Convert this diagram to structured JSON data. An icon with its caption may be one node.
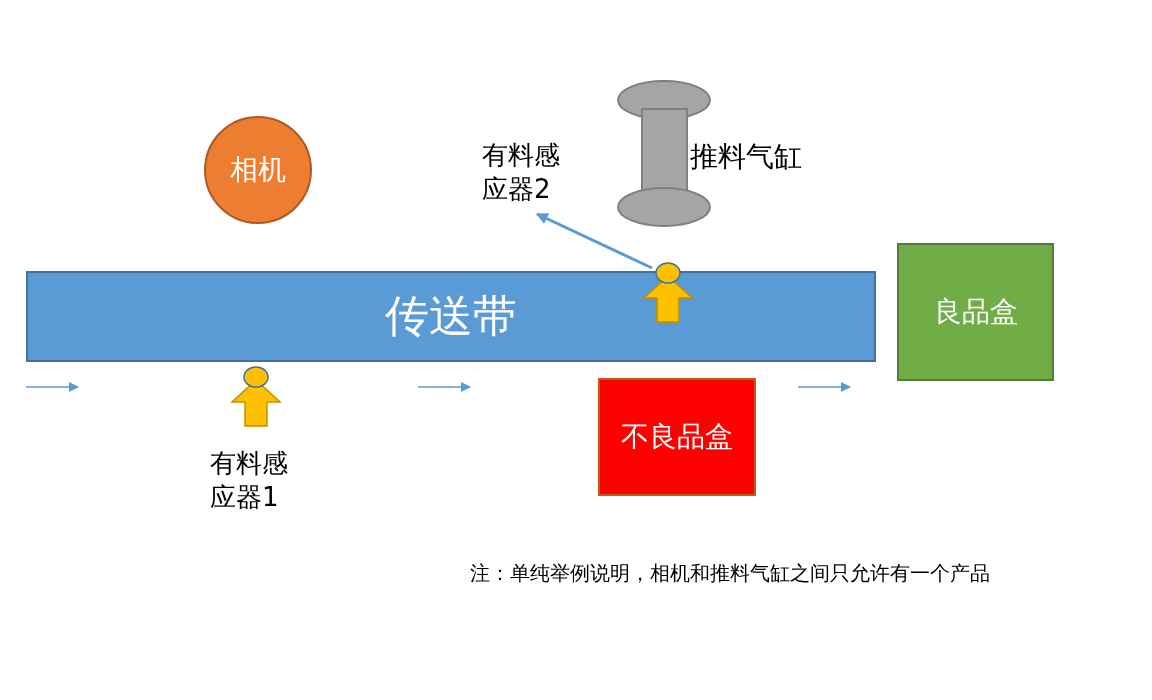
{
  "diagram": {
    "nodes": [
      {
        "text": [
          "相机"
        ]
      },
      {
        "text": [
          "有料感应器2"
        ]
      },
      {
        "text": [
          "推料气缸"
        ]
      },
      {
        "text": [
          "传送带"
        ]
      },
      {
        "text": [],
        "shape": "person",
        "in": 3
      },
      {
        "text": [
          "良品盒"
        ]
      },
      {
        "text": [],
        "shape": "person",
        "beside": [
          "有料感应器1"
        ]
      },
      {
        "text": [
          "不良品盒"
        ]
      }
    ],
    "edges": [
      {
        "from": 4,
        "to": 1,
        "arrow": "to"
      }
    ],
    "labels": [
      "注：单纯举例说明，相机和推料气缸之间只允许有一个产品"
    ]
  }
}
